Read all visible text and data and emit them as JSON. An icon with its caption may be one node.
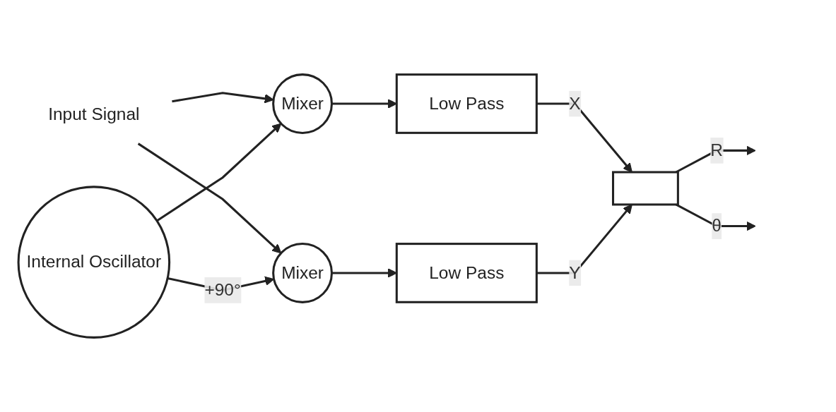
{
  "diagram": {
    "nodes": [
      {
        "text": [
          "Input Signal"
        ]
      },
      {
        "text": [
          "Mixer"
        ]
      },
      {
        "text": [
          "Internal Oscillator"
        ]
      },
      {
        "text": [
          "Mixer"
        ]
      },
      {
        "text": [
          "Low Pass"
        ]
      },
      {
        "text": [
          "Low Pass"
        ]
      },
      {
        "text": [],
        "shape": "box"
      }
    ],
    "edges": [
      {
        "from": 0,
        "to": 1,
        "arrow": "to"
      },
      {
        "from": 0,
        "to": 3,
        "arrow": "to"
      },
      {
        "from": 2,
        "to": 1,
        "arrow": "to"
      },
      {
        "from": 2,
        "to": 3,
        "arrow": "to",
        "label": "+90°"
      },
      {
        "from": 1,
        "to": 4,
        "arrow": "to"
      },
      {
        "from": 3,
        "to": 5,
        "arrow": "to"
      },
      {
        "from": 4,
        "to": 6,
        "arrow": "to",
        "label": "X"
      },
      {
        "from": 5,
        "to": 6,
        "arrow": "to",
        "label": "Y"
      },
      {
        "from": 6,
        "to": null,
        "arrow": "to",
        "label": "R"
      },
      {
        "from": 6,
        "to": null,
        "arrow": "to",
        "label": "θ"
      }
    ]
  }
}
